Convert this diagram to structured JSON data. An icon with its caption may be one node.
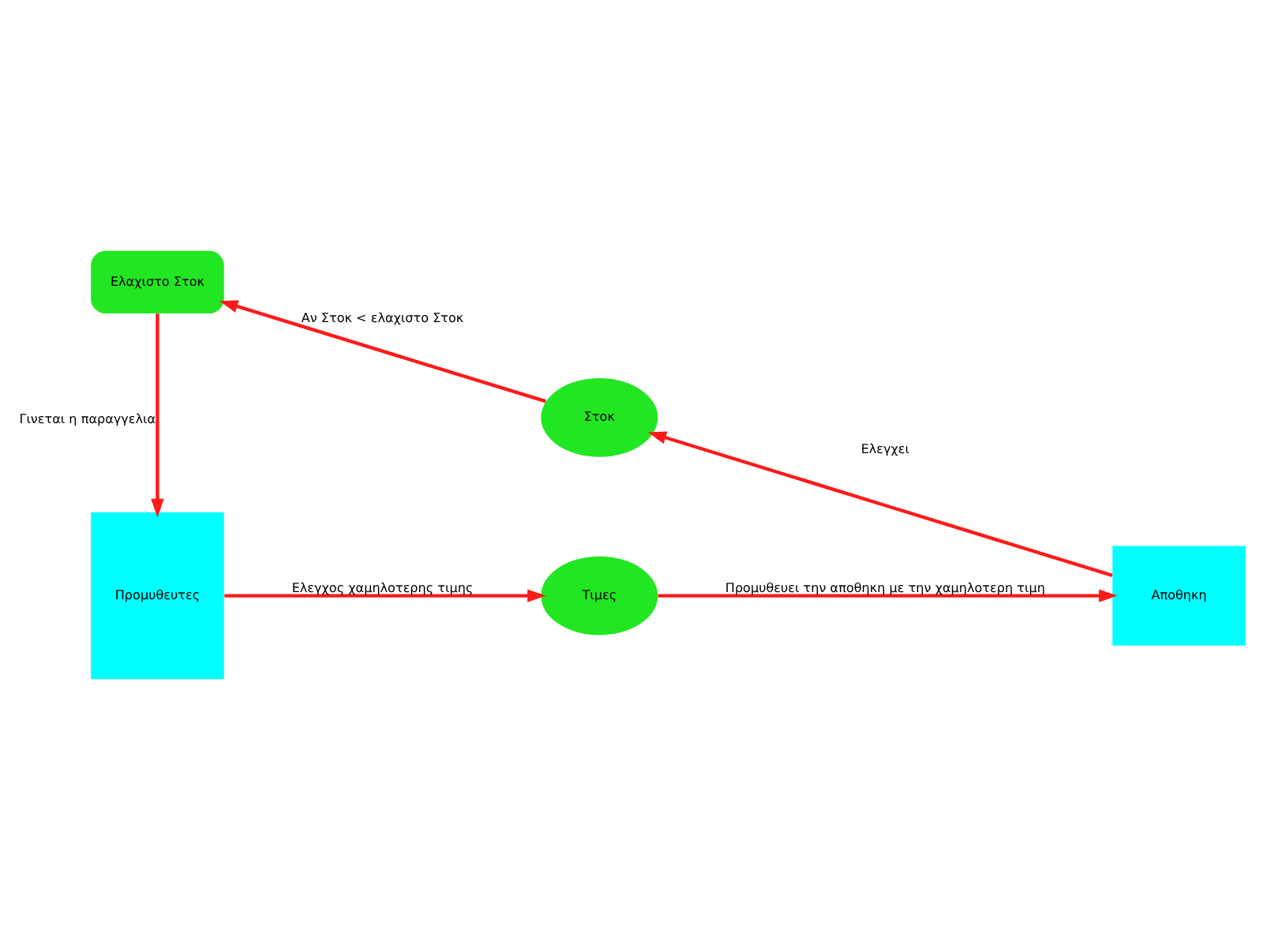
{
  "diagram": {
    "nodes": [
      {
        "text": [
          "Ελαχιστο Στοκ"
        ]
      },
      {
        "text": [
          "Στοκ"
        ]
      },
      {
        "text": [
          "Αποθηκη"
        ]
      },
      {
        "text": [
          "Προμυθευτες"
        ]
      },
      {
        "text": [
          "Τιμες"
        ]
      }
    ],
    "edges": [
      {
        "from": 2,
        "to": 1,
        "arrow": "to",
        "label": "Ελεγχει"
      },
      {
        "from": 1,
        "to": 0,
        "arrow": "to",
        "label": "Αν Στοκ < ελαχιστο Στοκ"
      },
      {
        "from": 0,
        "to": 3,
        "arrow": "to",
        "label": "Γινεται η παραγγελια"
      },
      {
        "from": 3,
        "to": 4,
        "arrow": "to",
        "label": "Ελεγχος χαμηλοτερης τιμης"
      },
      {
        "from": 4,
        "to": 2,
        "arrow": "to",
        "label": "Προμυθευει την αποθηκη με την χαμηλοτερη τιμη"
      }
    ]
  }
}
